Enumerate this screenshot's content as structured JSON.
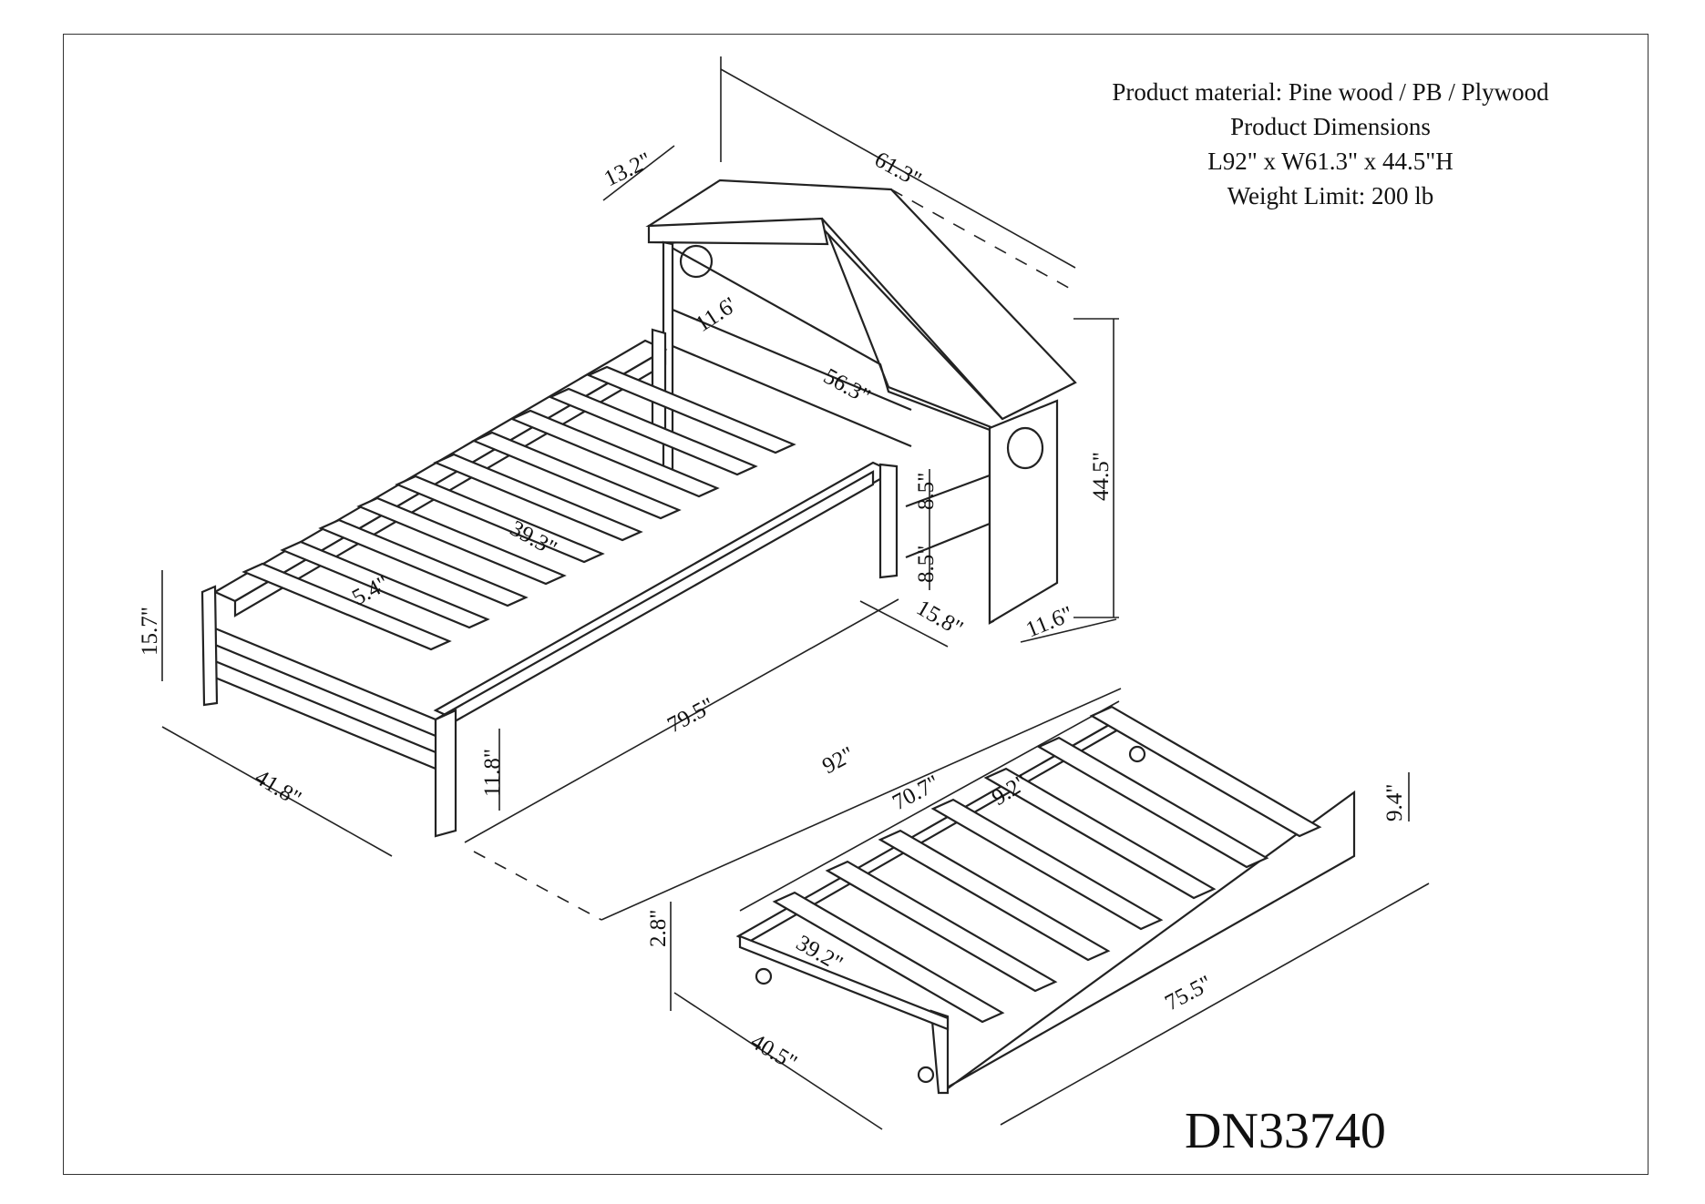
{
  "info": {
    "material": "Product material: Pine wood / PB / Plywood",
    "dimensions_title": "Product Dimensions",
    "dimensions": "L92\" x W61.3\" x 44.5\"H",
    "weight_limit": "Weight Limit: 200 lb"
  },
  "model_number": "DN33740",
  "dimensions_labels": {
    "headboard_width": "61.3\"",
    "roof_depth": "13.2\"",
    "shelf_depth": "11.6'",
    "inner_width": "56.3\"",
    "height": "44.5\"",
    "shelf_gap_top": "8.5\"",
    "shelf_gap_bottom": "8.5\"",
    "shelf_side": "15.8\"",
    "headboard_base": "11.6\"",
    "rail_width": "39.3\"",
    "slat_gap": "5.4\"",
    "bed_height": "15.7\"",
    "bed_width": "41.8\"",
    "leg_height": "11.8\"",
    "inner_length": "79.5\"",
    "total_length": "92\"",
    "trundle_inner": "70.7\"",
    "trundle_slat_gap": "9.2\"",
    "trundle_height": "9.4\"",
    "trundle_clearance": "2.8\"",
    "trundle_width_inner": "39.2\"",
    "trundle_width": "40.5\"",
    "trundle_length": "75.5\""
  }
}
